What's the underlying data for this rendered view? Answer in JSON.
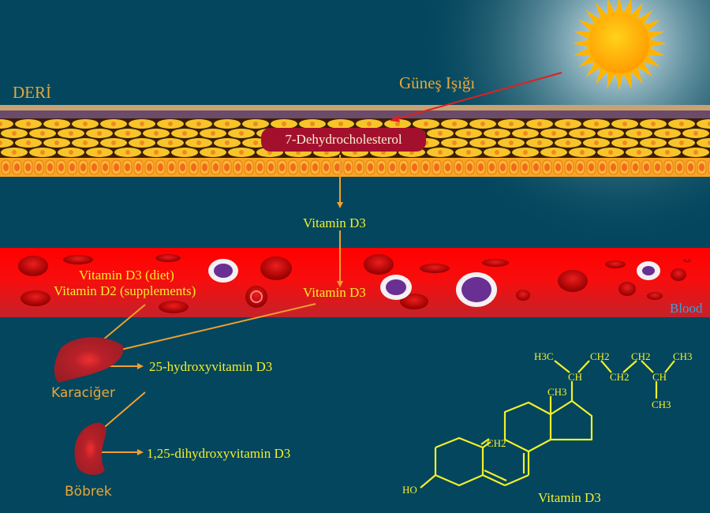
{
  "labels": {
    "skin": "DERİ",
    "sunlight": "Güneş Işığı",
    "precursor": "7-Dehydrocholesterol",
    "vitd3_skin": "Vitamin D3",
    "vitd3_blood": "Vitamin D3",
    "diet_line1": "Vitamin D3 (diet)",
    "diet_line2": "Vitamin D2 (supplements)",
    "blood": "Blood",
    "liver": "Karaciğer",
    "liver_product": "25-hydroxyvitamin D3",
    "kidney": "Böbrek",
    "kidney_product": "1,25-dihydroxyvitamin D3"
  },
  "molecule": {
    "name": "Vitamin D3",
    "groups": {
      "h3c": "H3C",
      "ch_a": "CH",
      "ch2_a": "CH2",
      "ch2_b": "CH2",
      "ch2_c": "CH2",
      "ch_b": "CH",
      "ch3_a": "CH3",
      "ch3_b": "CH3",
      "ch3_c": "CH3",
      "ch2_exo": "CH2",
      "ho": "HO"
    }
  },
  "colors": {
    "background": "#03465d",
    "blood": "#ff1010",
    "label_orange": "#e8a73a",
    "label_yellow": "#f5f02a",
    "arrow": "#f0a030",
    "precursor_box": "#a3102e"
  }
}
